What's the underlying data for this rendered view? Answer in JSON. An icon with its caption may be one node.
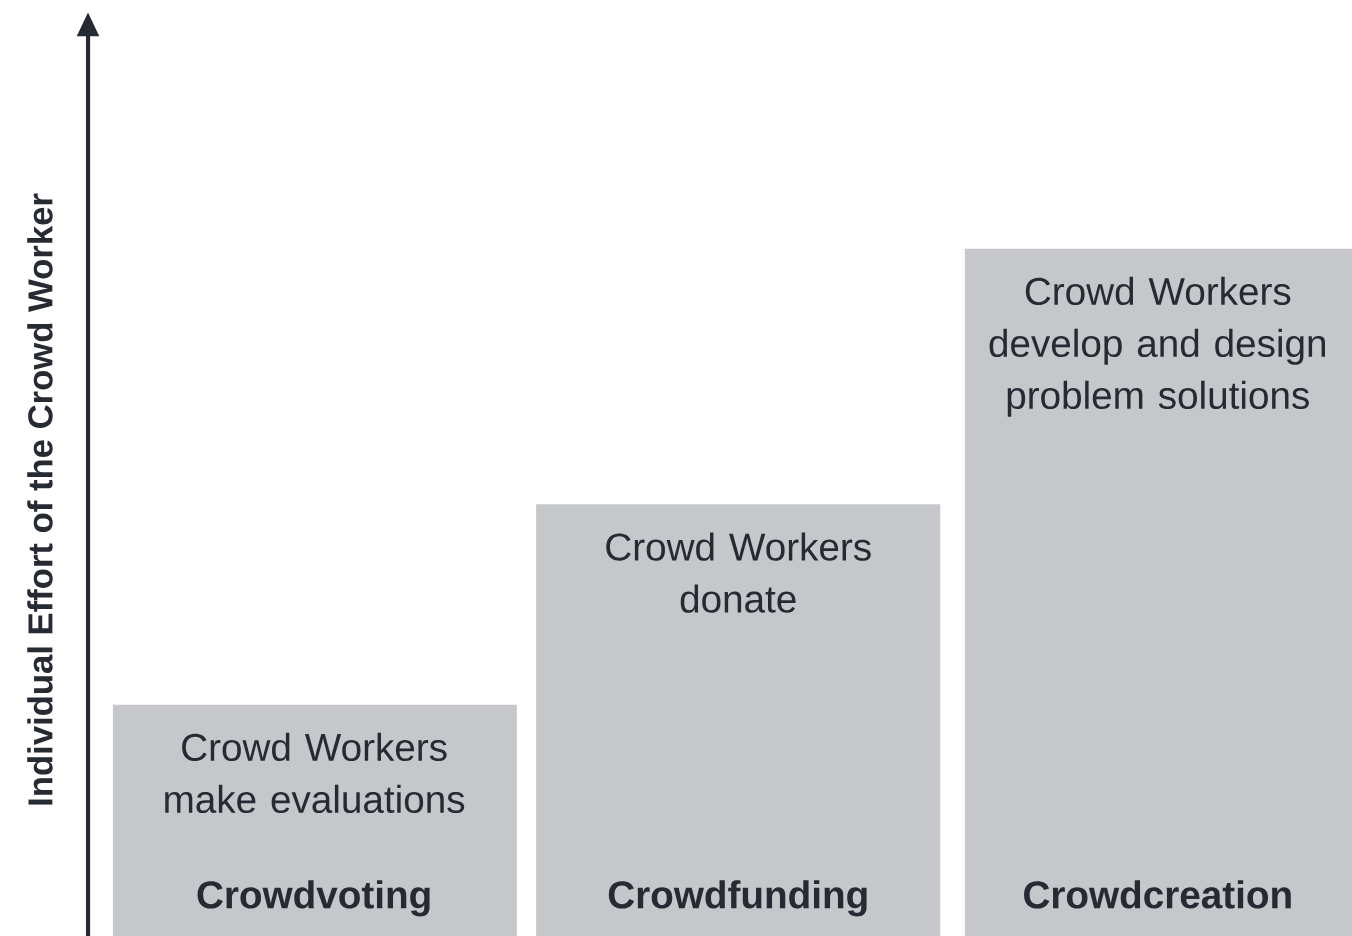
{
  "diagram": {
    "nodes": [
      {
        "text": [
          "Crowd Workers make evaluations",
          "Crowdvoting"
        ]
      },
      {
        "text": [
          "Crowd Workers donate",
          "Crowdfunding"
        ]
      },
      {
        "text": [
          "Crowd Workers develop and design problem solutions",
          "Crowdcreation"
        ]
      }
    ],
    "labels": [
      "Individual Effort of the Crowd Worker"
    ]
  }
}
